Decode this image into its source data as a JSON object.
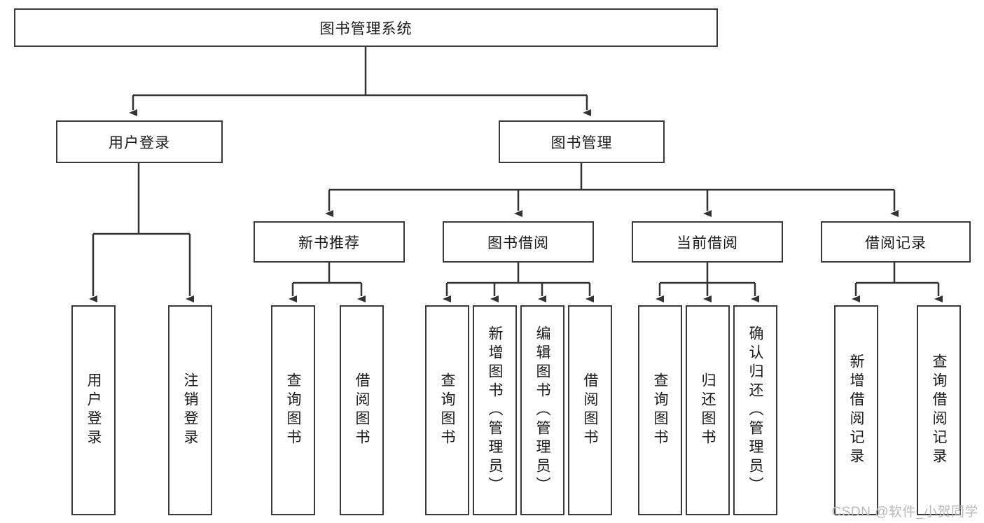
{
  "diagram": {
    "title_node": {
      "label": "图书管理系统"
    },
    "level2": [
      {
        "label": "用户登录"
      },
      {
        "label": "图书管理"
      }
    ],
    "level3": [
      {
        "label": "新书推荐"
      },
      {
        "label": "图书借阅"
      },
      {
        "label": "当前借阅"
      },
      {
        "label": "借阅记录"
      }
    ],
    "leaves": {
      "user_login": [
        {
          "label": "用户登录"
        },
        {
          "label": "注销登录"
        }
      ],
      "new_book_recommend": [
        {
          "label": "查询图书"
        },
        {
          "label": "借阅图书"
        }
      ],
      "book_borrow": [
        {
          "label": "查询图书"
        },
        {
          "label": "新增图书（管理员）"
        },
        {
          "label": "编辑图书（管理员）"
        },
        {
          "label": "借阅图书"
        }
      ],
      "current_borrow": [
        {
          "label": "查询图书"
        },
        {
          "label": "归还图书"
        },
        {
          "label": "确认归还（管理员）"
        }
      ],
      "borrow_record": [
        {
          "label": "新增借阅记录"
        },
        {
          "label": "查询借阅记录"
        }
      ]
    }
  },
  "watermark": {
    "text": "CSDN @软件_小贺同学"
  },
  "colors": {
    "border": "#3a3a3a",
    "line": "#333333",
    "text": "#1a1a1a",
    "watermark": "#b9b9b9",
    "background": "#ffffff"
  }
}
